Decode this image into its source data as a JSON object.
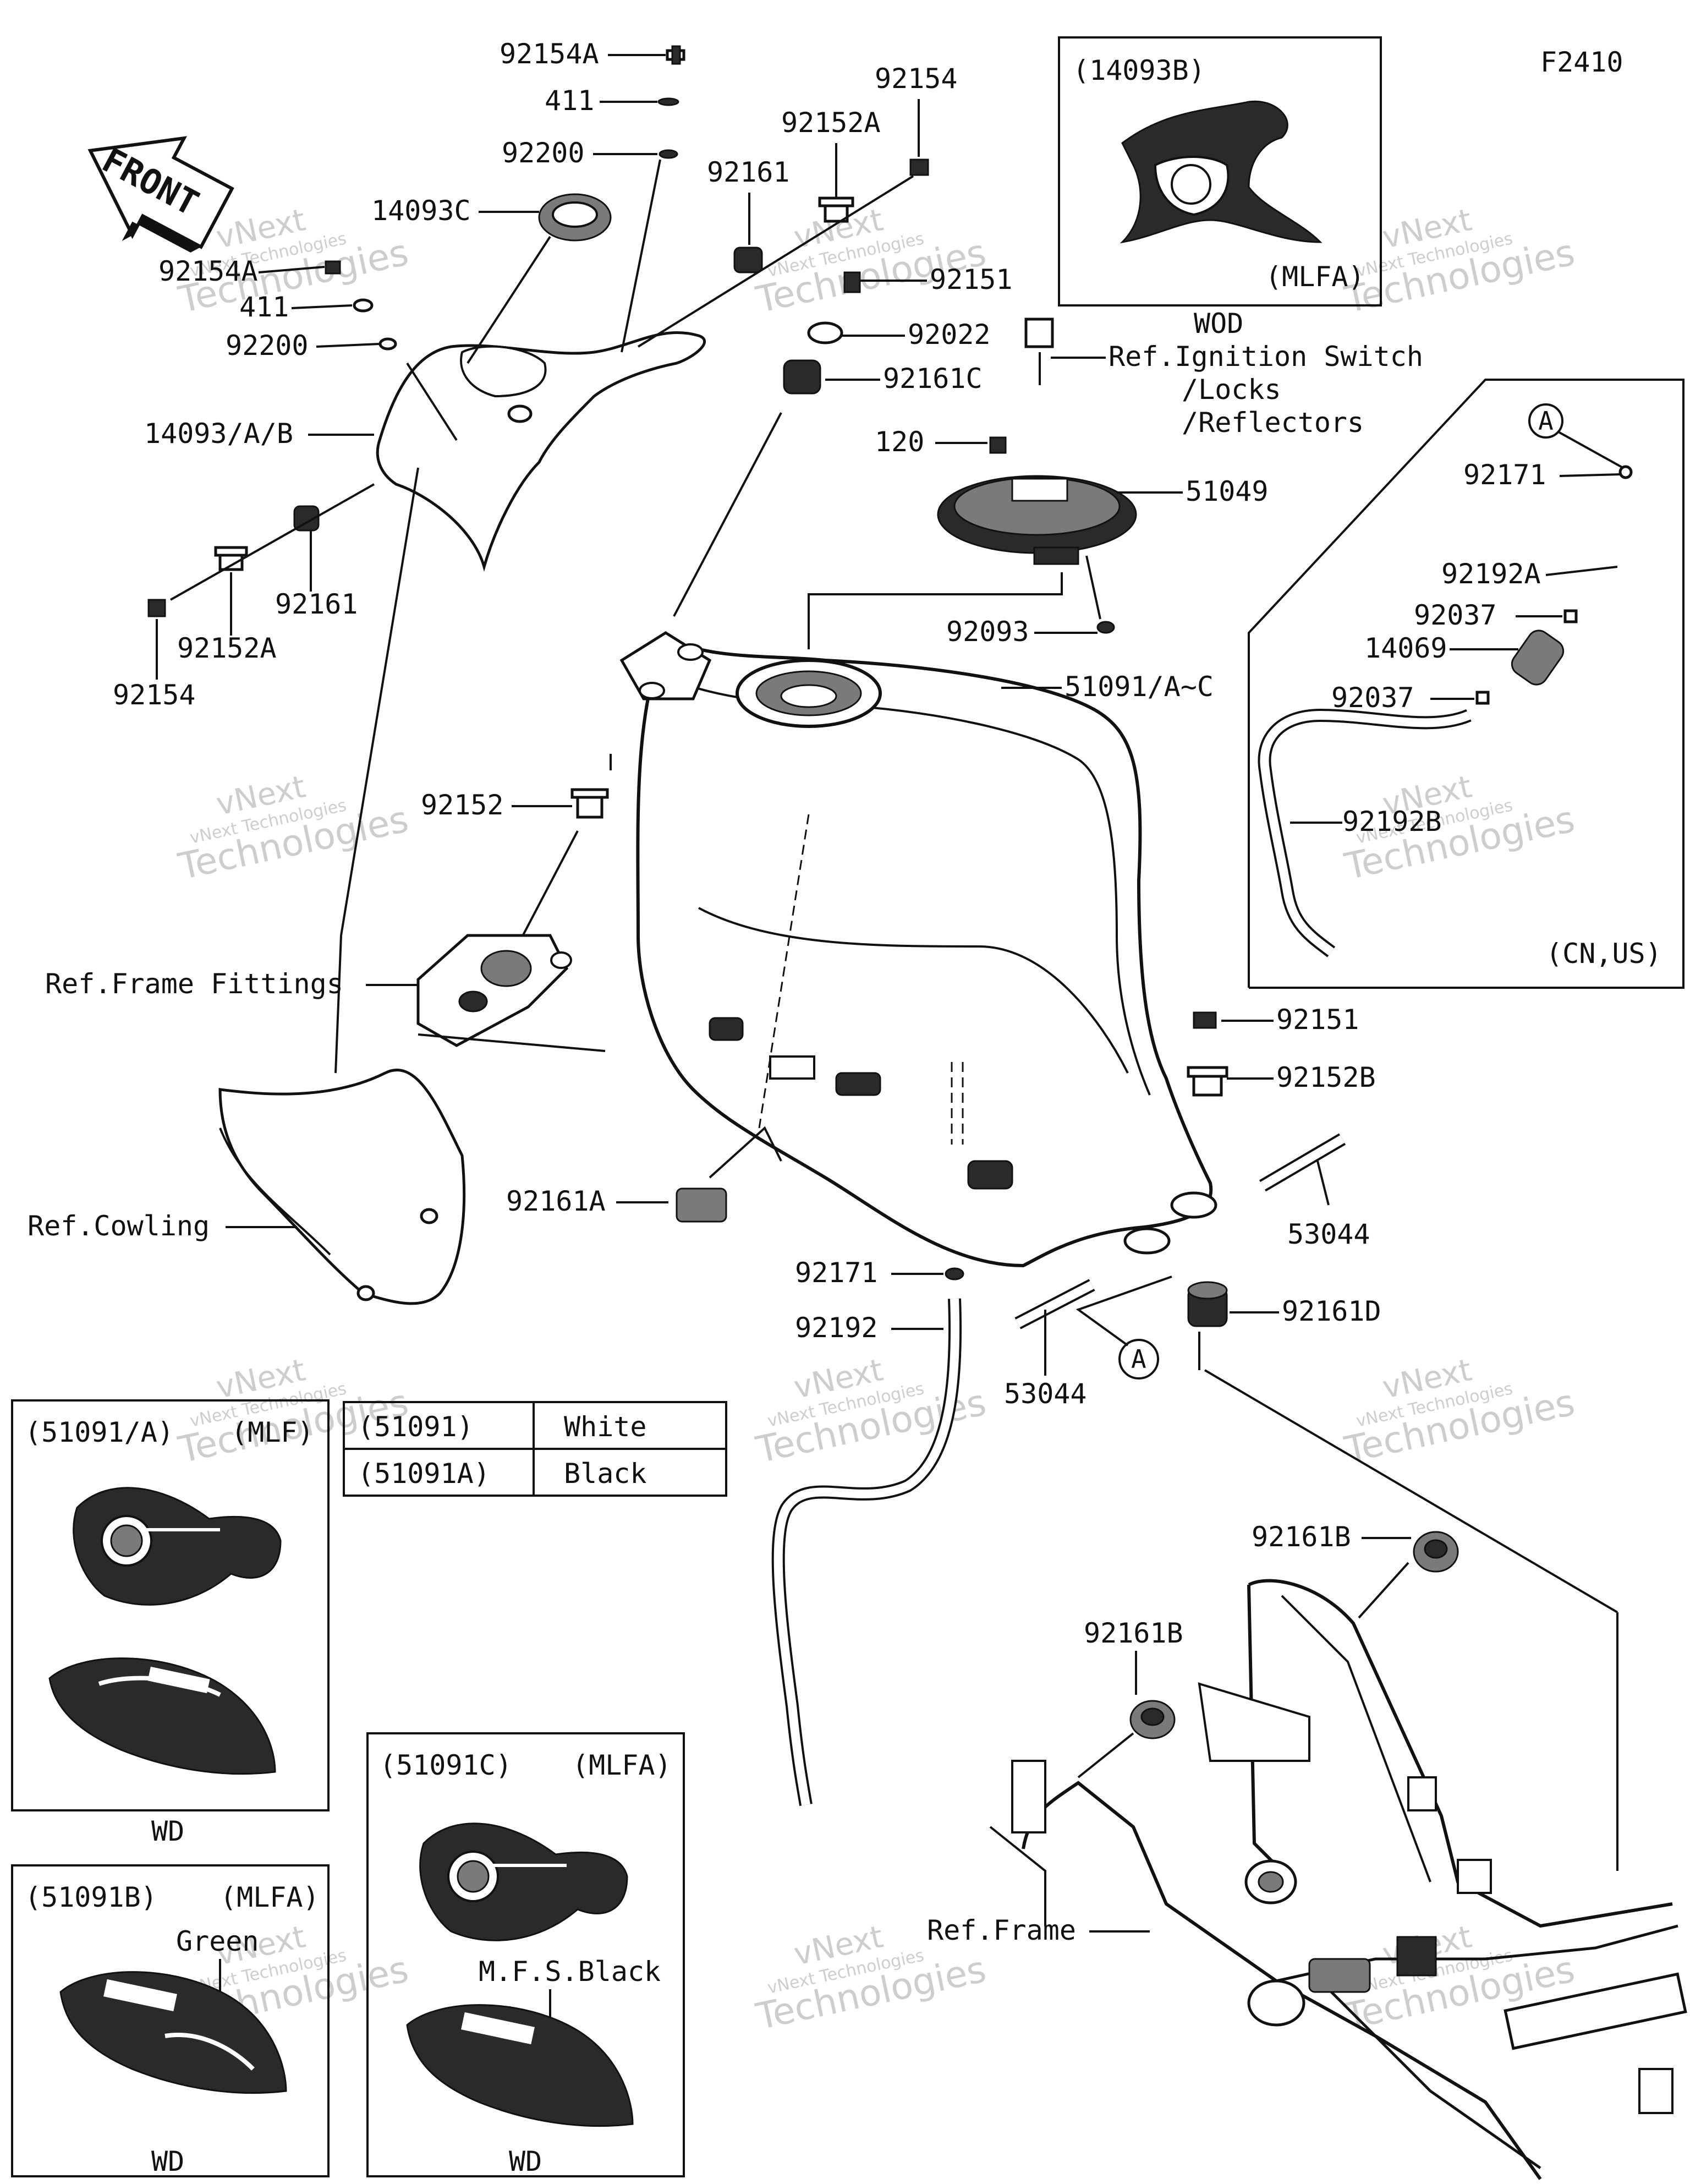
{
  "figure_code": "F2410",
  "front_arrow": "FRONT",
  "watermark": {
    "line1": "vNext",
    "line2": "vNext Technologies",
    "line3": "Technologies"
  },
  "callouts": {
    "p92154A_top": "92154A",
    "p411_top": "411",
    "p92200_top": "92200",
    "p14093C": "14093C",
    "p92154A_mid": "92154A",
    "p411_mid": "411",
    "p92200_mid": "92200",
    "p14093AB": "14093/A/B",
    "p92161_left": "92161",
    "p92152A_left": "92152A",
    "p92154_left": "92154",
    "p92161_top": "92161",
    "p92152A_top": "92152A",
    "p92154_top": "92154",
    "p92151_top": "92151",
    "p92022": "92022",
    "p92161C": "92161C",
    "ref_ignition_1": "Ref.Ignition Switch",
    "ref_ignition_2": "/Locks",
    "ref_ignition_3": "/Reflectors",
    "p120": "120",
    "p51049": "51049",
    "p92093": "92093",
    "p51091": "51091/A~C",
    "p92152": "92152",
    "ref_frame_fittings": "Ref.Frame Fittings",
    "ref_cowling": "Ref.Cowling",
    "p92161A": "92161A",
    "p92151_right": "92151",
    "p92152B": "92152B",
    "p53044_right": "53044",
    "p92161D": "92161D",
    "p92171_bottom": "92171",
    "p92192": "92192",
    "p53044_bottom": "53044",
    "circle_A_bottom": "A",
    "p92161B_right": "92161B",
    "p92161B_left": "92161B",
    "ref_frame": "Ref.Frame"
  },
  "inset_wod": {
    "code": "(14093B)",
    "variant": "(MLFA)",
    "caption": "WOD"
  },
  "inset_cn_us": {
    "circle": "A",
    "p92171": "92171",
    "p92192A": "92192A",
    "p92037_a": "92037",
    "p14069": "14069",
    "p92037_b": "92037",
    "p92192B": "92192B",
    "region": "(CN,US)"
  },
  "color_table": {
    "rows": [
      {
        "code": "(51091)",
        "color": "White"
      },
      {
        "code": "(51091A)",
        "color": "Black"
      }
    ]
  },
  "inset_51091A": {
    "code": "(51091/A)",
    "variant": "(MLF)",
    "caption": "WD"
  },
  "inset_51091B": {
    "code": "(51091B)",
    "variant": "(MLFA)",
    "color": "Green",
    "caption": "WD"
  },
  "inset_51091C": {
    "code": "(51091C)",
    "variant": "(MLFA)",
    "color": "M.F.S.Black",
    "caption": "WD"
  }
}
